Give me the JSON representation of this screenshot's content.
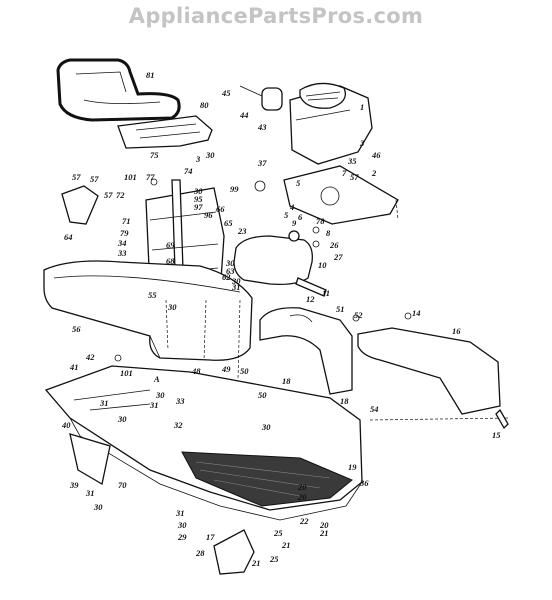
{
  "watermark": "AppliancePartsPros.com",
  "callouts": [
    {
      "text": "81"
    },
    {
      "text": "80"
    },
    {
      "text": "75"
    },
    {
      "text": "3"
    },
    {
      "text": "30"
    },
    {
      "text": "45"
    },
    {
      "text": "44"
    },
    {
      "text": "43"
    },
    {
      "text": "1"
    },
    {
      "text": "3"
    },
    {
      "text": "35"
    },
    {
      "text": "46"
    },
    {
      "text": "7"
    },
    {
      "text": "5"
    },
    {
      "text": "57"
    },
    {
      "text": "2"
    },
    {
      "text": "4"
    },
    {
      "text": "5"
    },
    {
      "text": "6"
    },
    {
      "text": "78"
    },
    {
      "text": "8"
    },
    {
      "text": "26"
    },
    {
      "text": "27"
    },
    {
      "text": "9"
    },
    {
      "text": "10"
    },
    {
      "text": "37"
    },
    {
      "text": "99"
    },
    {
      "text": "77"
    },
    {
      "text": "74"
    },
    {
      "text": "101"
    },
    {
      "text": "72"
    },
    {
      "text": "30"
    },
    {
      "text": "95"
    },
    {
      "text": "97"
    },
    {
      "text": "96"
    },
    {
      "text": "66"
    },
    {
      "text": "65"
    },
    {
      "text": "23"
    },
    {
      "text": "57"
    },
    {
      "text": "57"
    },
    {
      "text": "57"
    },
    {
      "text": "64"
    },
    {
      "text": "71"
    },
    {
      "text": "79"
    },
    {
      "text": "34"
    },
    {
      "text": "33"
    },
    {
      "text": "69"
    },
    {
      "text": "68"
    },
    {
      "text": "30"
    },
    {
      "text": "63"
    },
    {
      "text": "62"
    },
    {
      "text": "30"
    },
    {
      "text": "31"
    },
    {
      "text": "55"
    },
    {
      "text": "30"
    },
    {
      "text": "11"
    },
    {
      "text": "12"
    },
    {
      "text": "51"
    },
    {
      "text": "52"
    },
    {
      "text": "14"
    },
    {
      "text": "16"
    },
    {
      "text": "56"
    },
    {
      "text": "42"
    },
    {
      "text": "41"
    },
    {
      "text": "101"
    },
    {
      "text": "30"
    },
    {
      "text": "31"
    },
    {
      "text": "48"
    },
    {
      "text": "49"
    },
    {
      "text": "50"
    },
    {
      "text": "50"
    },
    {
      "text": "40"
    },
    {
      "text": "30"
    },
    {
      "text": "31"
    },
    {
      "text": "33"
    },
    {
      "text": "32"
    },
    {
      "text": "30"
    },
    {
      "text": "18"
    },
    {
      "text": "18"
    },
    {
      "text": "54"
    },
    {
      "text": "15"
    },
    {
      "text": "39"
    },
    {
      "text": "31"
    },
    {
      "text": "30"
    },
    {
      "text": "70"
    },
    {
      "text": "19"
    },
    {
      "text": "36"
    },
    {
      "text": "20"
    },
    {
      "text": "20"
    },
    {
      "text": "31"
    },
    {
      "text": "30"
    },
    {
      "text": "29"
    },
    {
      "text": "17"
    },
    {
      "text": "22"
    },
    {
      "text": "20"
    },
    {
      "text": "21"
    },
    {
      "text": "25"
    },
    {
      "text": "21"
    },
    {
      "text": "28"
    },
    {
      "text": "25"
    },
    {
      "text": "21"
    },
    {
      "text": "A"
    }
  ]
}
